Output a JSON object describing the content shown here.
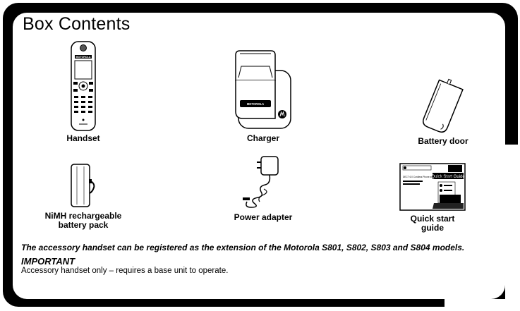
{
  "title": "Box Contents",
  "items": [
    {
      "label": "Handset"
    },
    {
      "label": "Charger"
    },
    {
      "label": "Battery door"
    },
    {
      "label": "NiMH rechargeable\nbattery pack"
    },
    {
      "label": "Power adapter"
    },
    {
      "label": "Quick start\nguide"
    }
  ],
  "handset_brand": "MOTOROLA",
  "guide": {
    "heading": "Quick Start Guide",
    "subtitle": "DECT 6.0 Cordless Phone with Answering System"
  },
  "notes": {
    "accessory": "The accessory handset can be registered as the extension of the Motorola S801, S802, S803 and S804 models.",
    "important_heading": "IMPORTANT",
    "operate": "Accessory handset only – requires a base unit to operate."
  }
}
